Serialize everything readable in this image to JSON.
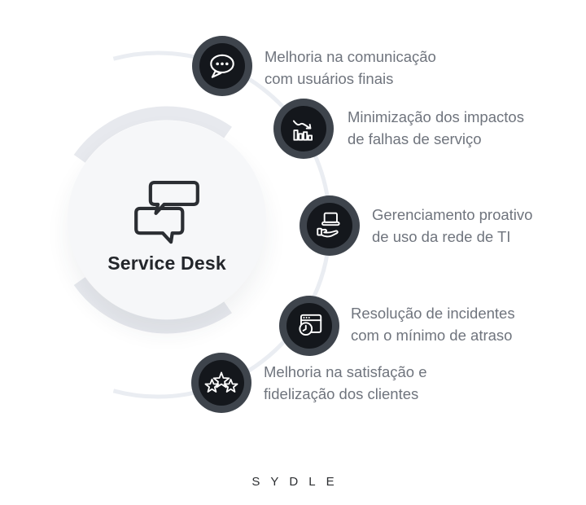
{
  "center": {
    "label": "Service Desk",
    "icon": "chat-bubbles-icon"
  },
  "benefits": [
    {
      "icon": "chat-dots-icon",
      "line1": "Melhoria na comunicação",
      "line2": "com usuários finais"
    },
    {
      "icon": "declining-chart-icon",
      "line1": "Minimização dos impactos",
      "line2": "de falhas de serviço"
    },
    {
      "icon": "laptop-hand-icon",
      "line1": "Gerenciamento proativo",
      "line2": "de uso da rede de TI"
    },
    {
      "icon": "browser-clock-icon",
      "line1": "Resolução de incidentes",
      "line2": "com o mínimo de atraso"
    },
    {
      "icon": "three-stars-icon",
      "line1": "Melhoria na satisfação e",
      "line2": "fidelização dos clientes"
    }
  ],
  "brand": {
    "name": "SYDLE"
  },
  "colors": {
    "node_ring": "#3e444c",
    "node_core": "#14171c",
    "icon_stroke": "#ffffff",
    "center_fill": "#f6f7f9",
    "ring_arc": "#e7e9ee",
    "thin_arc": "#eaedf2",
    "text_gray": "#6f747d",
    "title_dark": "#23262b"
  }
}
